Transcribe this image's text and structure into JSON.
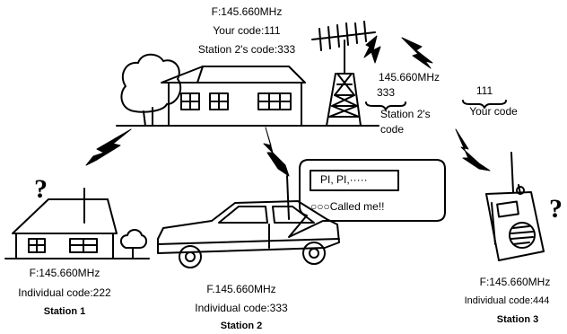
{
  "central": {
    "freq": "F:145.660MHz",
    "your_code": "Your code:111",
    "station2_code": "Station 2's code:333"
  },
  "transmission": {
    "freq": "145.660MHz",
    "code": "333",
    "code_label": "Station 2's code",
    "your_code_value": "111",
    "your_code_label": "Your code"
  },
  "bubble": {
    "display": "PI, PI,·····",
    "message": "○○○Called me!!"
  },
  "question_mark": "?",
  "stations": [
    {
      "freq": "F:145.660MHz",
      "code": "Individual code:222",
      "name": "Station 1"
    },
    {
      "freq": "F.145.660MHz",
      "code": "Individual code:333",
      "name": "Station 2"
    },
    {
      "freq": "F:145.660MHz",
      "code": "Individual code:444",
      "name": "Station 3"
    }
  ]
}
